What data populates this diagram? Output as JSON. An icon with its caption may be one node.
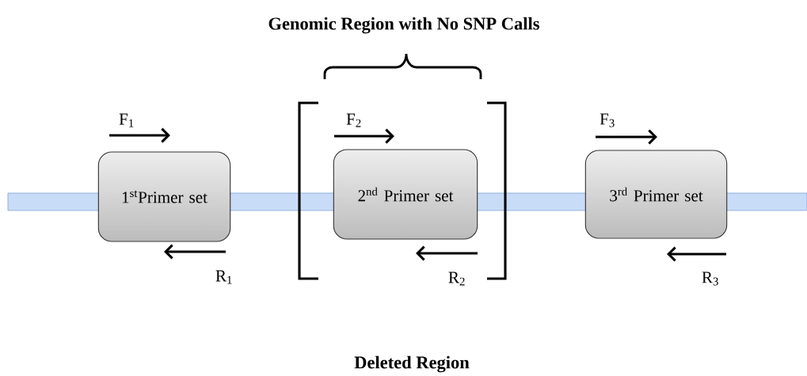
{
  "diagram": {
    "title": "Genomic Region with No SNP Calls",
    "caption": "Deleted Region",
    "nodes": [
      {
        "text": [
          "1$^{st}$Primer set"
        ]
      },
      {
        "text": [
          "2$^{nd}$ Primer set"
        ]
      },
      {
        "text": [
          "3$^{rd}$ Primer set"
        ]
      }
    ],
    "labels": [
      "F$_{1}$",
      "R$_{1}$",
      "F$_{2}$",
      "R$_{2}$",
      "F$_{3}$",
      "R$_{3}$"
    ]
  }
}
